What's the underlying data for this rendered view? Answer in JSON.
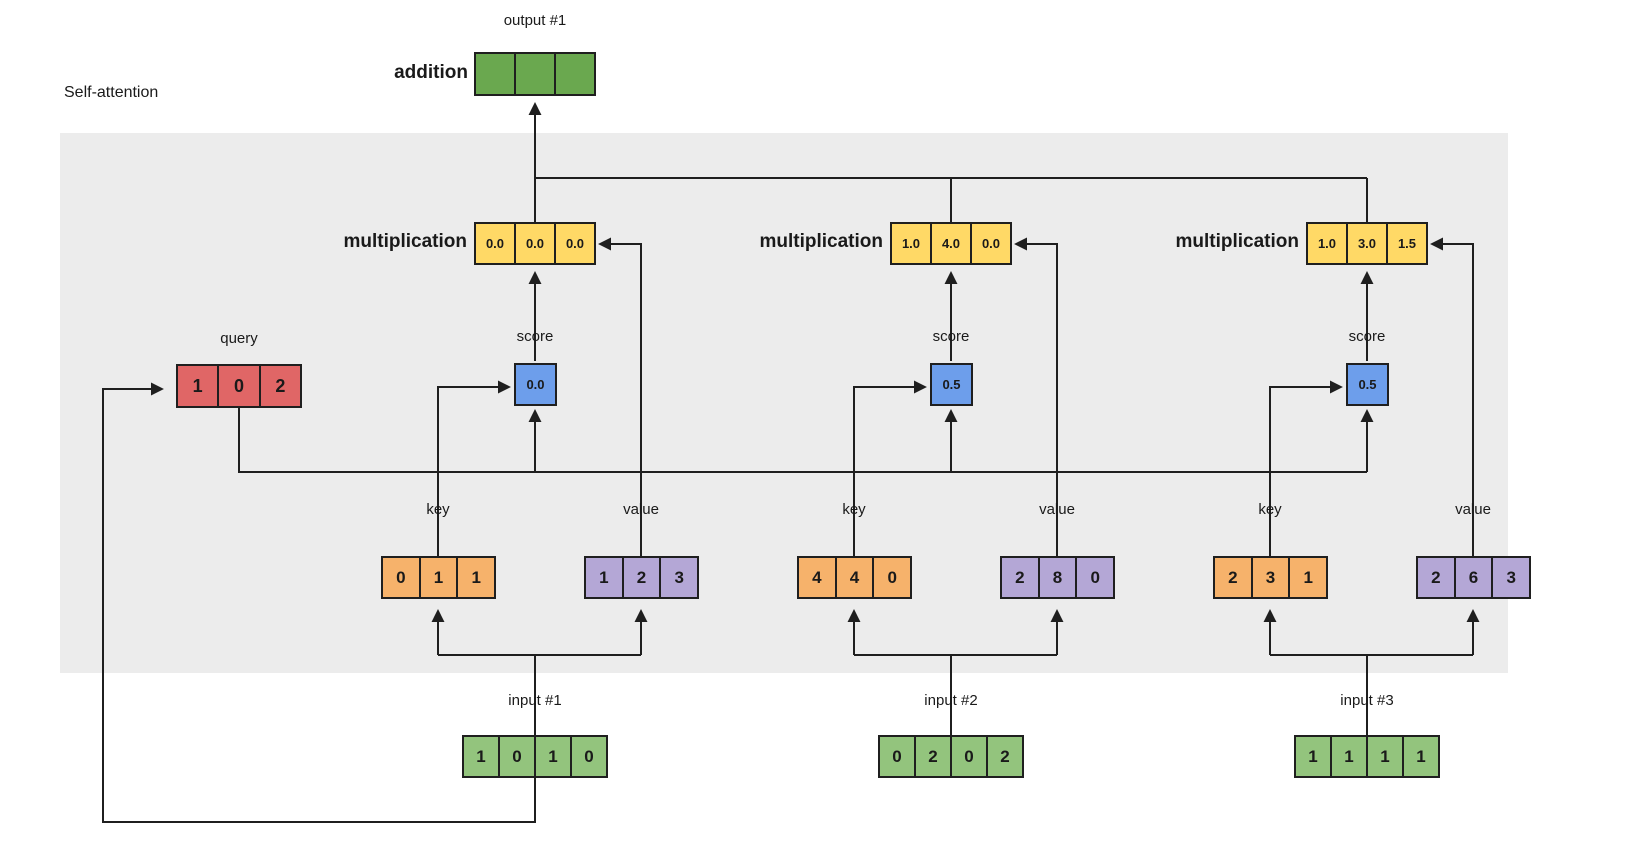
{
  "diagram_title": "Self-attention",
  "output": {
    "label": "output #1",
    "operation": "addition",
    "cells": [
      "",
      "",
      ""
    ]
  },
  "query": {
    "label": "query",
    "cells": [
      "1",
      "0",
      "2"
    ]
  },
  "columns": [
    {
      "operation": "multiplication",
      "mult_cells": [
        "0.0",
        "0.0",
        "0.0"
      ],
      "score_label": "score",
      "score": "0.0",
      "key_label": "key",
      "key_cells": [
        "0",
        "1",
        "1"
      ],
      "value_label": "value",
      "value_cells": [
        "1",
        "2",
        "3"
      ],
      "input_label": "input #1",
      "input_cells": [
        "1",
        "0",
        "1",
        "0"
      ]
    },
    {
      "operation": "multiplication",
      "mult_cells": [
        "1.0",
        "4.0",
        "0.0"
      ],
      "score_label": "score",
      "score": "0.5",
      "key_label": "key",
      "key_cells": [
        "4",
        "4",
        "0"
      ],
      "value_label": "value",
      "value_cells": [
        "2",
        "8",
        "0"
      ],
      "input_label": "input #2",
      "input_cells": [
        "0",
        "2",
        "0",
        "2"
      ]
    },
    {
      "operation": "multiplication",
      "mult_cells": [
        "1.0",
        "3.0",
        "1.5"
      ],
      "score_label": "score",
      "score": "0.5",
      "key_label": "key",
      "key_cells": [
        "2",
        "3",
        "1"
      ],
      "value_label": "value",
      "value_cells": [
        "2",
        "6",
        "3"
      ],
      "input_label": "input #3",
      "input_cells": [
        "1",
        "1",
        "1",
        "1"
      ]
    }
  ],
  "colors": {
    "output_green": "#6aa84f",
    "input_green": "#93c47d",
    "multiplication_yellow": "#ffd966",
    "query_red": "#e06666",
    "score_blue": "#6d9eeb",
    "key_orange": "#f6b26b",
    "value_purple": "#b4a7d6",
    "band_gray": "#ececec",
    "line_black": "#1f1f1f"
  }
}
